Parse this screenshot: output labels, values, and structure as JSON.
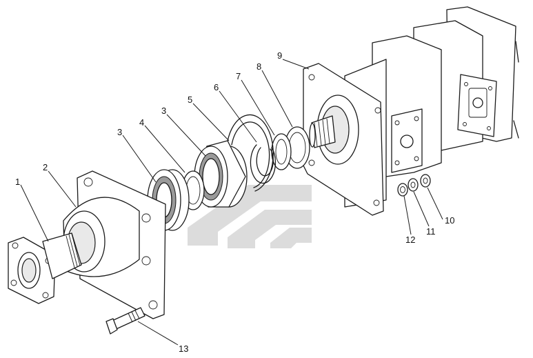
{
  "callouts": [
    {
      "id": "1",
      "text": "1"
    },
    {
      "id": "2",
      "text": "2"
    },
    {
      "id": "3a",
      "text": "3"
    },
    {
      "id": "4",
      "text": "4"
    },
    {
      "id": "3b",
      "text": "3"
    },
    {
      "id": "5",
      "text": "5"
    },
    {
      "id": "6",
      "text": "6"
    },
    {
      "id": "7",
      "text": "7"
    },
    {
      "id": "8",
      "text": "8"
    },
    {
      "id": "9",
      "text": "9"
    },
    {
      "id": "10",
      "text": "10"
    },
    {
      "id": "11",
      "text": "11"
    },
    {
      "id": "12",
      "text": "12"
    },
    {
      "id": "13",
      "text": "13"
    }
  ],
  "colors": {
    "line": "#1a1a1a",
    "watermark": "#dcdcdc",
    "background": "#ffffff"
  }
}
